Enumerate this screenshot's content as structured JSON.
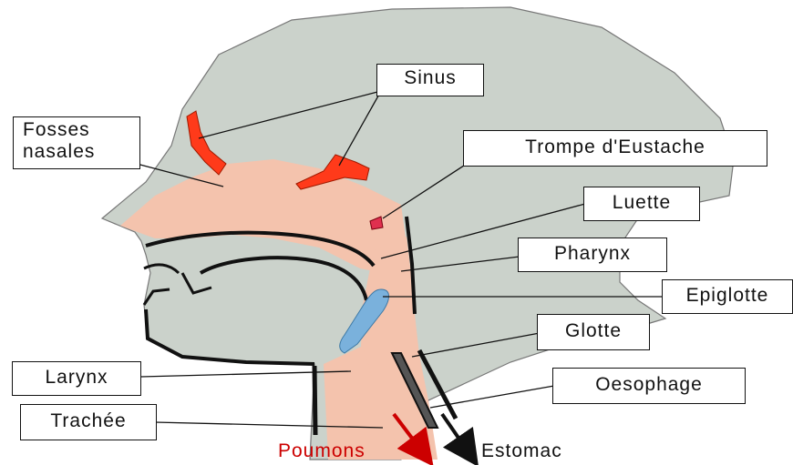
{
  "labels": {
    "sinus": "Sinus",
    "fosses_line1": "Fosses",
    "fosses_line2": "nasales",
    "trompe": "Trompe d'Eustache",
    "luette": "Luette",
    "pharynx": "Pharynx",
    "epiglotte": "Epiglotte",
    "glotte": "Glotte",
    "larynx": "Larynx",
    "oesophage": "Oesophage",
    "trachee": "Trachée",
    "poumons": "Poumons",
    "estomac": "Estomac"
  },
  "colors": {
    "head": "#cbd2cb",
    "airway": "#f4c3ad",
    "sinus": "#ff3a1a",
    "epiglotte": "#7ab1dc",
    "poumons_text": "#cc0000",
    "outline": "#111111"
  }
}
